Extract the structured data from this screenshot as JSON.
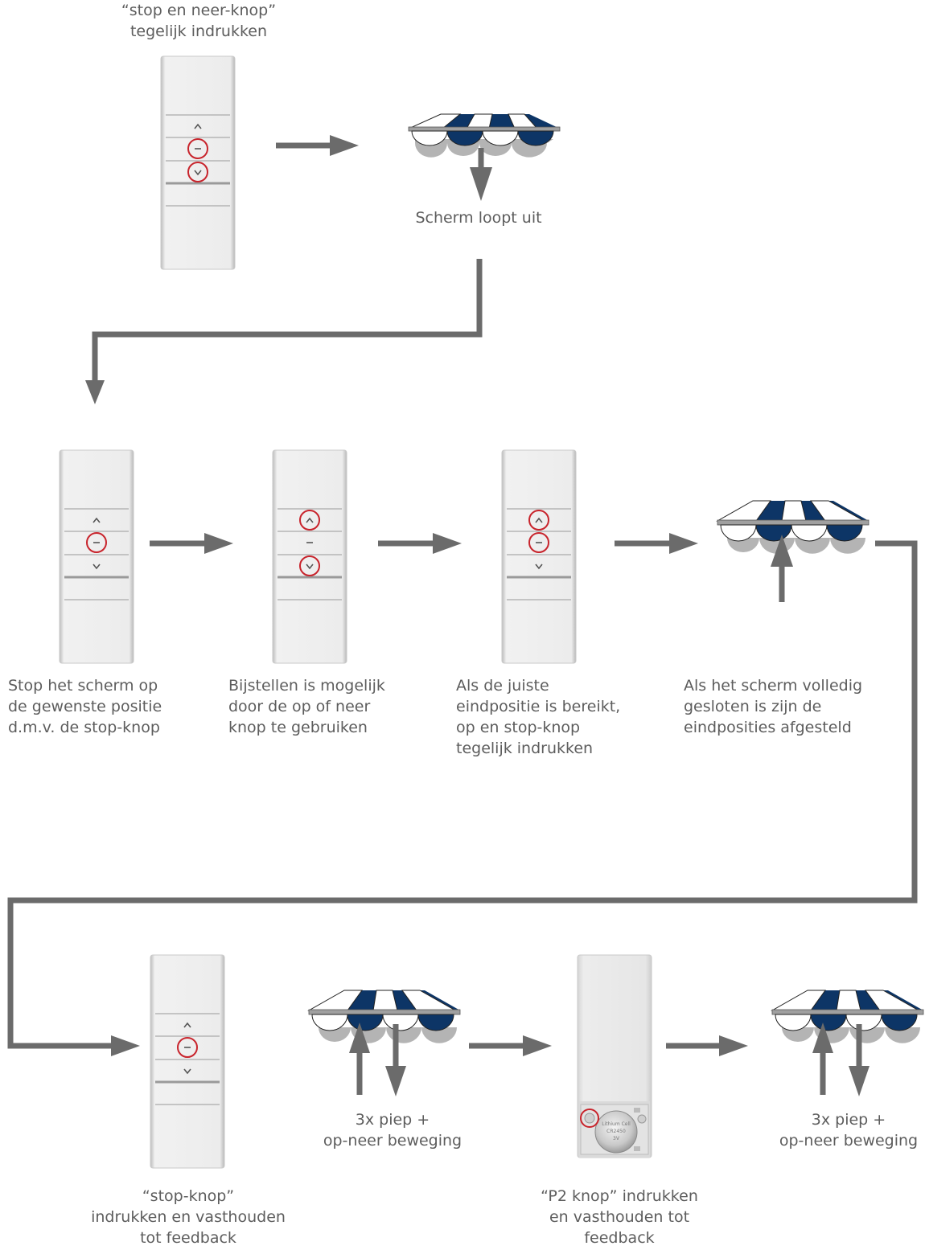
{
  "colors": {
    "navy": "#0d3566",
    "arrow": "#6b6b6b",
    "highlight": "#c8242c",
    "remote": "#ececec",
    "text": "#5d5d5d"
  },
  "step1": {
    "caption_line1": "“stop en neer-knop”",
    "caption_line2": "tegelijk indrukken",
    "result": "Scherm loopt uit"
  },
  "step2": {
    "stop": [
      "Stop het scherm op",
      "de gewenste positie",
      "d.m.v. de stop-knop"
    ],
    "adjust": [
      "Bijstellen is mogelijk",
      "door de op of neer",
      "knop te gebruiken"
    ],
    "confirm": [
      "Als de juiste",
      "eindpositie is bereikt,",
      "op en stop-knop",
      "tegelijk indrukken"
    ],
    "done": [
      "Als het scherm volledig",
      "gesloten is zijn de",
      "eindposities afgesteld"
    ]
  },
  "step3": {
    "stop_hold": [
      "“stop-knop”",
      "indrukken en vasthouden",
      "tot feedback"
    ],
    "feedback_a": [
      "3x piep +",
      "op-neer beweging"
    ],
    "p2_hold": [
      "“P2 knop” indrukken",
      "en vasthouden tot",
      "feedback"
    ],
    "feedback_b": [
      "3x piep +",
      "op-neer beweging"
    ],
    "battery": [
      "Lithium Cell",
      "CR2450",
      "3V"
    ]
  },
  "remotes": [
    {
      "id": "r1",
      "highlight": [
        "stop",
        "down"
      ]
    },
    {
      "id": "r2",
      "highlight": [
        "stop"
      ]
    },
    {
      "id": "r3",
      "highlight": [
        "up",
        "down"
      ]
    },
    {
      "id": "r4",
      "highlight": [
        "up",
        "stop"
      ]
    },
    {
      "id": "r5",
      "highlight": [
        "stop"
      ]
    }
  ],
  "awnings": [
    {
      "id": "a1",
      "motion": "down"
    },
    {
      "id": "a2",
      "motion": "up"
    },
    {
      "id": "a3",
      "motion": "up-down"
    },
    {
      "id": "a4",
      "motion": "up-down"
    }
  ]
}
